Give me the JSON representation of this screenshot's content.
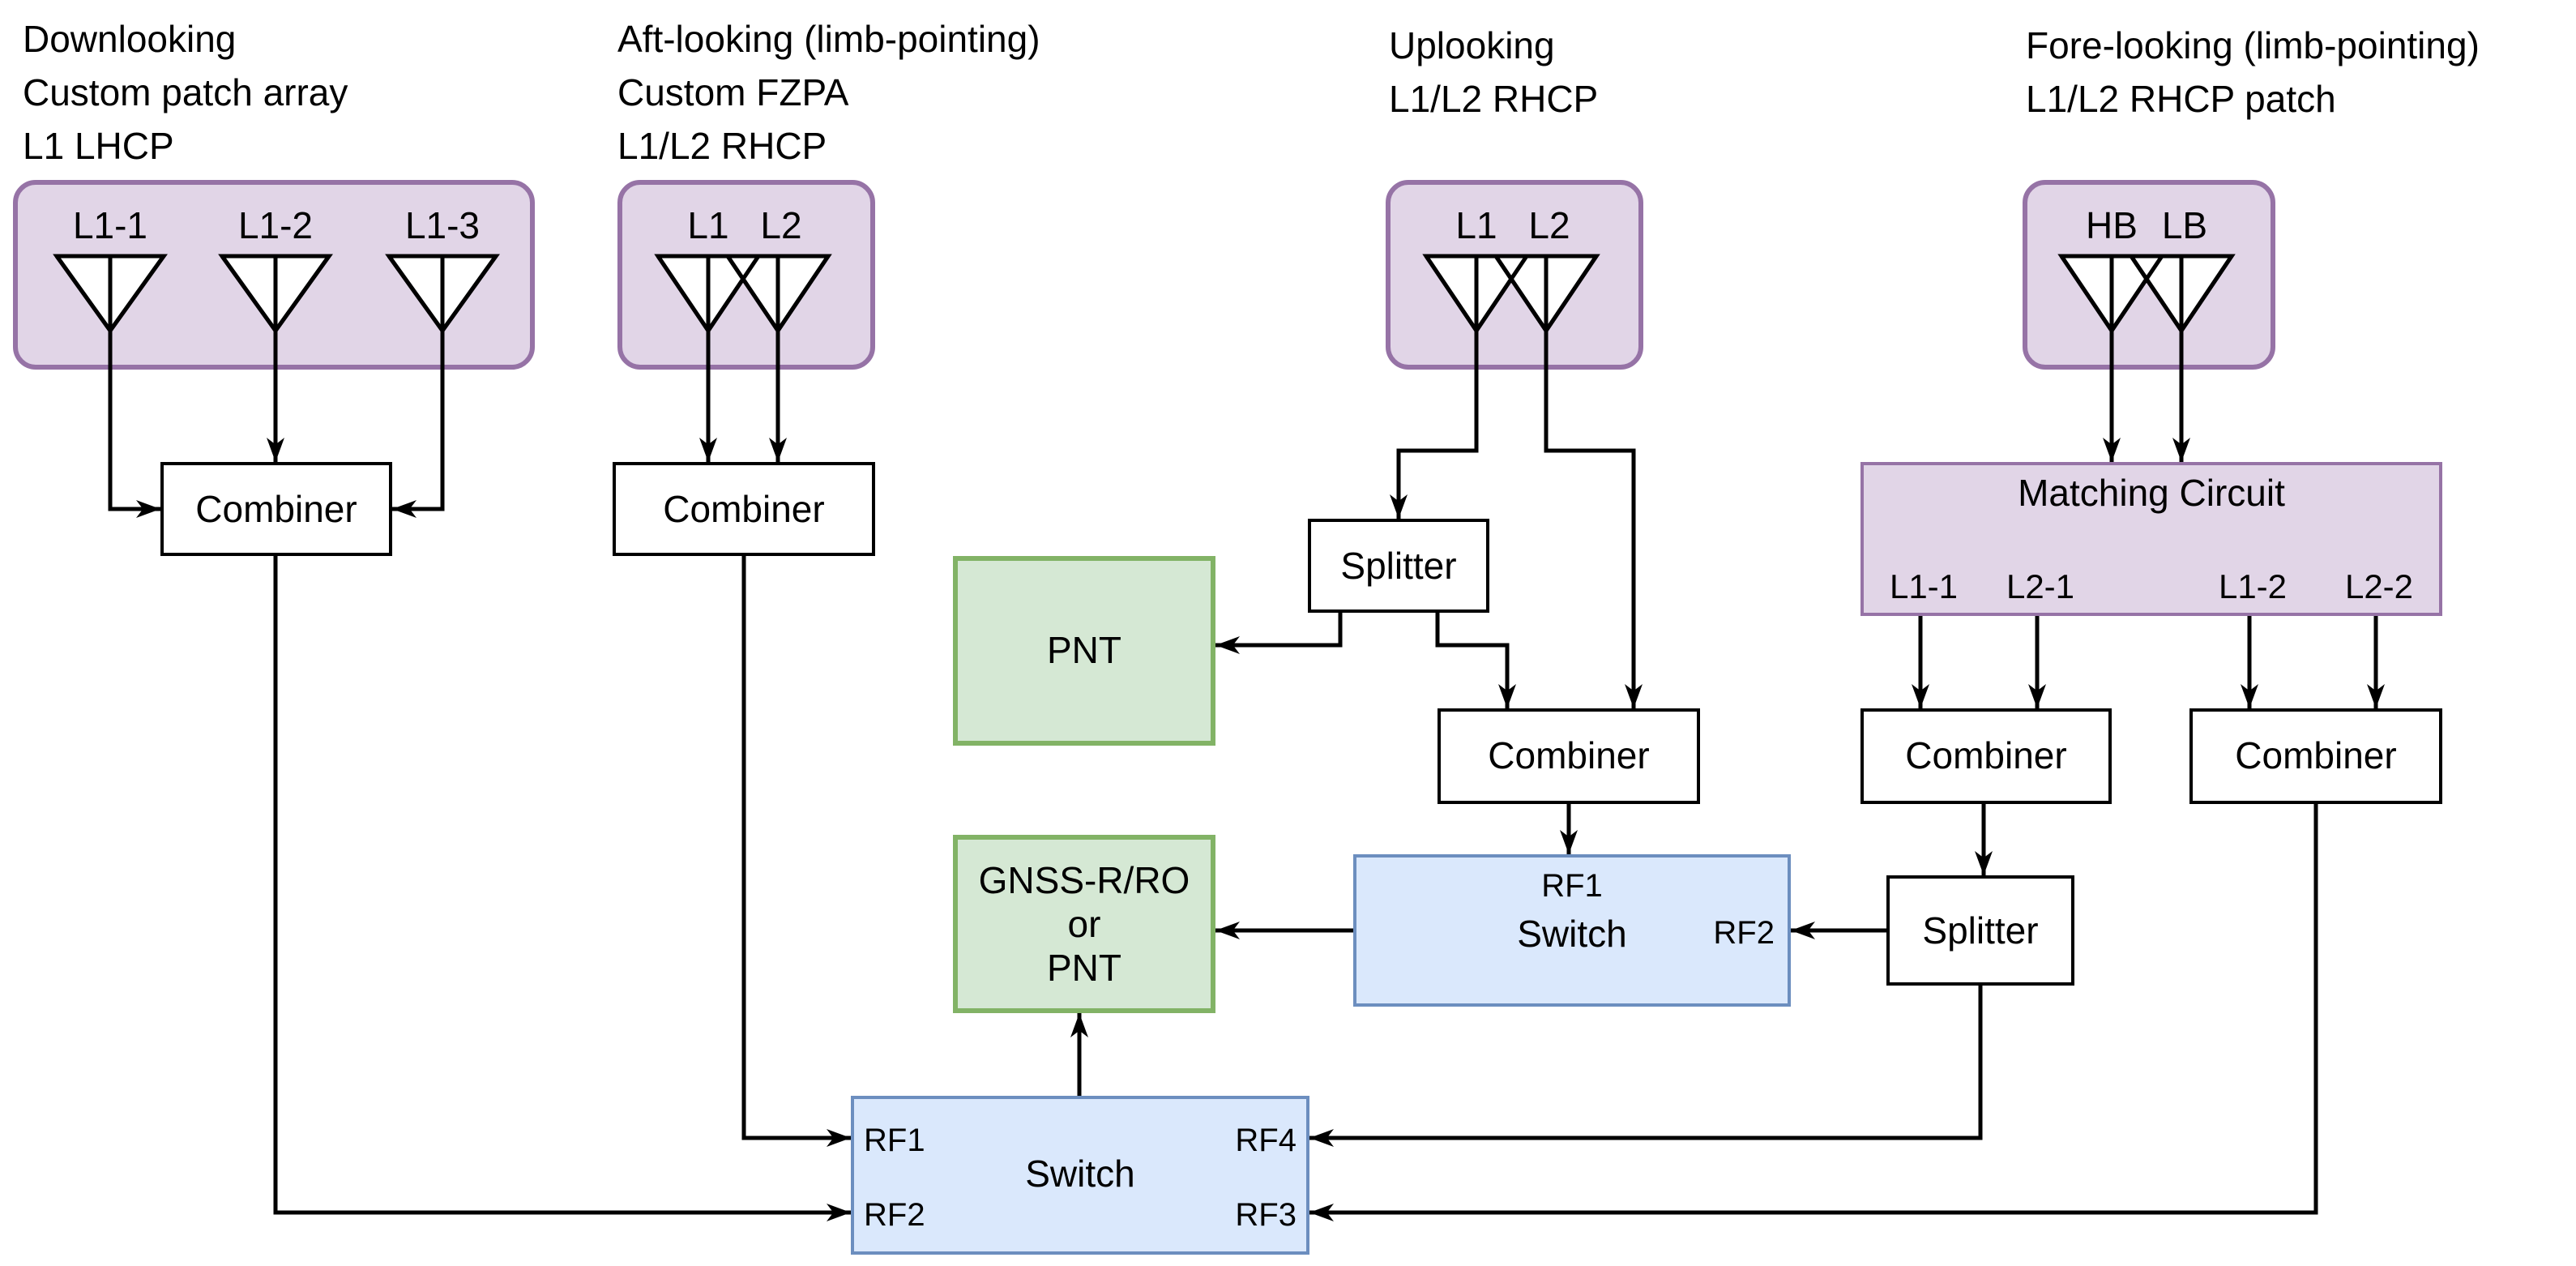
{
  "colors": {
    "antenna_box_fill": "#e1d5e7",
    "antenna_box_border": "#9673a6",
    "component_fill": "#ffffff",
    "component_border": "#000000",
    "receiver_fill": "#d5e8d4",
    "receiver_border": "#82b366",
    "switch_fill": "#dae8fc",
    "switch_border": "#6c8ebf",
    "wire": "#000000"
  },
  "antenna_groups": [
    {
      "caption_lines": [
        "Downlooking",
        "Custom patch array",
        "L1 LHCP"
      ],
      "antennas": [
        "L1-1",
        "L1-2",
        "L1-3"
      ]
    },
    {
      "caption_lines": [
        "Aft-looking (limb-pointing)",
        "Custom FZPA",
        "L1/L2 RHCP"
      ],
      "antennas": [
        "L1",
        "L2"
      ]
    },
    {
      "caption_lines": [
        "Uplooking",
        "L1/L2 RHCP"
      ],
      "antennas": [
        "L1",
        "L2"
      ]
    },
    {
      "caption_lines": [
        "Fore-looking (limb-pointing)",
        "L1/L2 RHCP patch"
      ],
      "antennas": [
        "HB",
        "LB"
      ]
    }
  ],
  "blocks": {
    "combiner_downlooking": {
      "label": "Combiner"
    },
    "combiner_aft": {
      "label": "Combiner"
    },
    "splitter_uplooking": {
      "label": "Splitter"
    },
    "combiner_uplooking": {
      "label": "Combiner"
    },
    "matching_circuit": {
      "label": "Matching Circuit",
      "ports": [
        "L1-1",
        "L2-1",
        "L1-2",
        "L2-2"
      ]
    },
    "combiner_fore_1": {
      "label": "Combiner"
    },
    "combiner_fore_2": {
      "label": "Combiner"
    },
    "splitter_fore": {
      "label": "Splitter"
    },
    "pnt_receiver": {
      "label": "PNT"
    },
    "gnss_receiver": {
      "lines": [
        "GNSS-R/RO",
        "or",
        "PNT"
      ]
    },
    "switch_upper": {
      "label": "Switch",
      "port_rf1": "RF1",
      "port_rf2": "RF2"
    },
    "switch_lower": {
      "label": "Switch",
      "port_rf1": "RF1",
      "port_rf2": "RF2",
      "port_rf3": "RF3",
      "port_rf4": "RF4"
    }
  }
}
